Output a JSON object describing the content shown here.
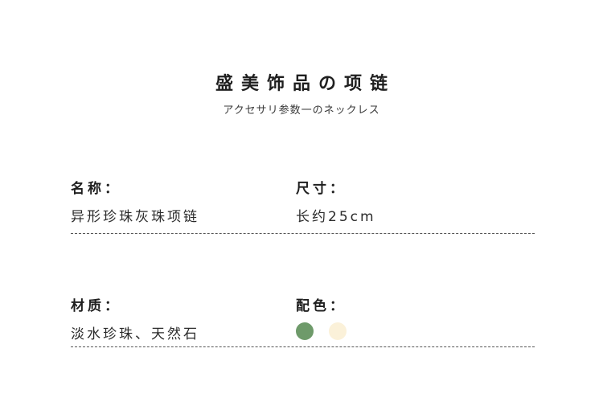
{
  "header": {
    "title": "盛美饰品の项链",
    "subtitle": "アクセサリ参数一のネックレス"
  },
  "specs": {
    "name": {
      "label": "名称：",
      "value": "异形珍珠灰珠项链"
    },
    "size": {
      "label": "尺寸：",
      "value": "长约25cm"
    },
    "material": {
      "label": "材质：",
      "value": "淡水珍珠、天然石"
    },
    "color": {
      "label": "配色：",
      "swatches": [
        {
          "color": "#6e9a6a"
        },
        {
          "color": "#fbf1d9"
        }
      ]
    }
  }
}
